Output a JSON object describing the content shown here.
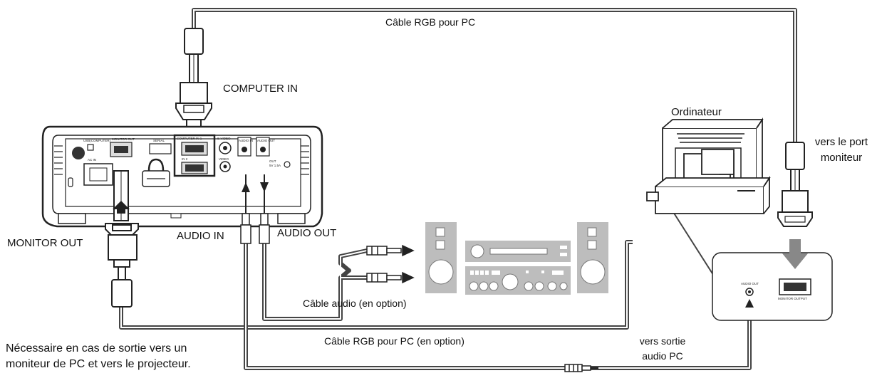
{
  "labels": {
    "rgb_cable_pc": "Câble RGB pour PC",
    "computer_in": "COMPUTER IN",
    "ordinateur": "Ordinateur",
    "monitor_port_line1": "vers le port",
    "monitor_port_line2": "moniteur",
    "monitor_out": "MONITOR OUT",
    "audio_in": "AUDIO IN",
    "audio_out": "AUDIO OUT",
    "audio_cable_optional": "Câble audio (en option)",
    "rgb_cable_pc_optional": "Câble RGB pour PC (en option)",
    "pc_audio_out_line1": "vers sortie",
    "pc_audio_out_line2": "audio PC",
    "note_line1": "Nécessaire en cas de sortie vers un",
    "note_line2": "moniteur de PC et vers le projecteur."
  },
  "panel_labels": {
    "usb": "USB(COMPUTER)",
    "monitor_out": "MONITOR OUT",
    "serial": "SERIAL",
    "ac_in": "AC IN",
    "computer_in": "COMPUTER IN 1",
    "s_video": "S-VIDEO",
    "video": "VIDEO",
    "audio_in": "AUDIO IN",
    "audio_out": "AUDIO OUT",
    "in2": "IN 2",
    "dc_out": "OUT",
    "dc_out_sub": "5V 1.5A"
  },
  "pc_panel": {
    "audio_out": "AUDIO OUT",
    "monitor_output": "MONITOR OUTPUT"
  },
  "colors": {
    "cable": "#555555",
    "device_gray": "#bdbdbd",
    "dark": "#222222"
  }
}
